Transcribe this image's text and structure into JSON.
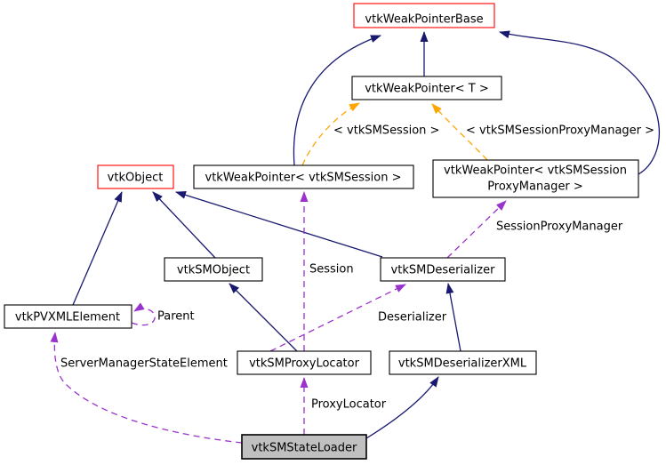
{
  "diagram": {
    "type": "doxygen-collaboration-graph",
    "focus_class": "vtkSMStateLoader",
    "colors": {
      "inheritance-edge": "#191970",
      "usage-edge": "#9a32cd",
      "template-edge": "#ffa500",
      "highlight-border": "#ff0000",
      "node-border": "#000000",
      "node-fill": "#ffffff",
      "focus-fill": "#c0c0c0",
      "text": "#000000",
      "background": "#ffffff"
    },
    "nodes": {
      "weakPointerBase": {
        "label": "vtkWeakPointerBase"
      },
      "weakPointerT": {
        "label": "vtkWeakPointer< T >"
      },
      "vtkObject": {
        "label": "vtkObject"
      },
      "weakPointerSession": {
        "label": "vtkWeakPointer< vtkSMSession >"
      },
      "weakPointerSPM": {
        "line1": "vtkWeakPointer< vtkSMSession",
        "line2": "ProxyManager >"
      },
      "smObject": {
        "label": "vtkSMObject"
      },
      "smDeserializer": {
        "label": "vtkSMDeserializer"
      },
      "pvXmlElement": {
        "label": "vtkPVXMLElement"
      },
      "smProxyLocator": {
        "label": "vtkSMProxyLocator"
      },
      "smDeserializerXml": {
        "label": "vtkSMDeserializerXML"
      },
      "smStateLoader": {
        "label": "vtkSMStateLoader"
      }
    },
    "edge_labels": {
      "template_session": "< vtkSMSession >",
      "template_spm": "< vtkSMSessionProxyManager >",
      "session_proxy_manager": "SessionProxyManager",
      "session": "Session",
      "parent": "Parent",
      "deserializer": "Deserializer",
      "server_manager_state_element": "ServerManagerStateElement",
      "proxy_locator": "ProxyLocator"
    }
  }
}
